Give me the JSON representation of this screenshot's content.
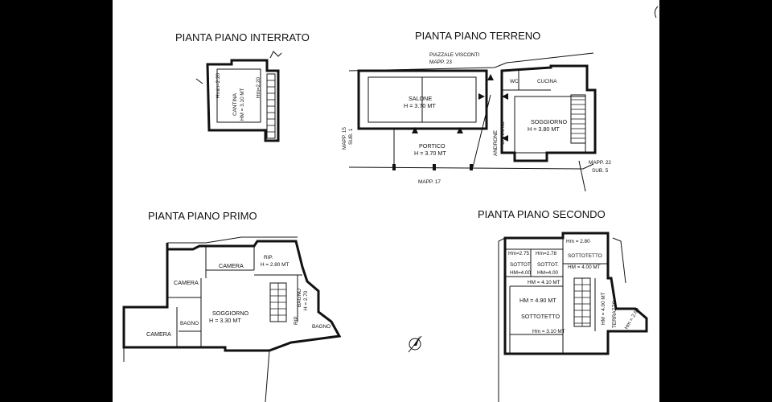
{
  "titles": {
    "interrato": "PIANTA PIANO INTERRATO",
    "terreno": "PIANTA PIANO TERRENO",
    "primo": "PIANTA PIANO PRIMO",
    "secondo": "PIANTA PIANO SECONDO"
  },
  "interrato": {
    "cantina": "CANTINA",
    "hm": "HM = 3.10 MT",
    "hmin": "Hmin=2.20",
    "hmax": "Hm=2.20"
  },
  "terreno": {
    "piazzale": "PIAZZALE VISCONTI",
    "mapp23": "MAPP. 23",
    "salone": "SALONE",
    "salone_h": "H = 3.70 MT",
    "portico": "PORTICO",
    "portico_h": "H = 3.70 MT",
    "androne": "ANDRONE",
    "carraio": "CARRAIO",
    "wc": "WC",
    "cucina": "CUCINA",
    "soggiorno": "SOGGIORNO",
    "soggiorno_h": "H = 3.80 MT",
    "mapp15": "MAPP. 15",
    "sub1": "SUB. 1",
    "mapp17": "MAPP. 17",
    "mapp22": "MAPP. 22",
    "sub5": "SUB. 5"
  },
  "primo": {
    "camera1": "CAMERA",
    "camera2": "CAMERA",
    "camera3": "CAMERA",
    "rip": "RIP.",
    "rip_h": "H = 2.80 MT",
    "soggiorno": "SOGGIORNO",
    "soggiorno_h": "H = 3.30 MT",
    "bagno1": "BAGNO",
    "bagno2": "BAGNO",
    "bagno3": "BAGNO",
    "bagno_h": "H = 2.70",
    "rip2": "RIP."
  },
  "secondo": {
    "hm275": "Hm=2.75",
    "hm278": "Hm=2.78",
    "hm280": "Hm = 2.80",
    "sottot": "SOTTOT.",
    "sottot2": "SOTTOT.",
    "sottotetto1": "SOTTOTETTO",
    "hm400a": "HM=4.00",
    "hm400b": "HM=4.00",
    "hm400c": "HM = 4.00 MT",
    "hm410": "HM = 4.10 MT",
    "hm490": "HM = 4.90 MT",
    "sottotetto2": "SOTTOTETTO",
    "hm310": "Hm = 3.10 MT",
    "hm400v": "HM = 4.00 MT",
    "terrazzo": "TERRAZZO",
    "hm260": "Hm = 2.60"
  },
  "icons": {
    "compass": "north-arrow-icon"
  }
}
